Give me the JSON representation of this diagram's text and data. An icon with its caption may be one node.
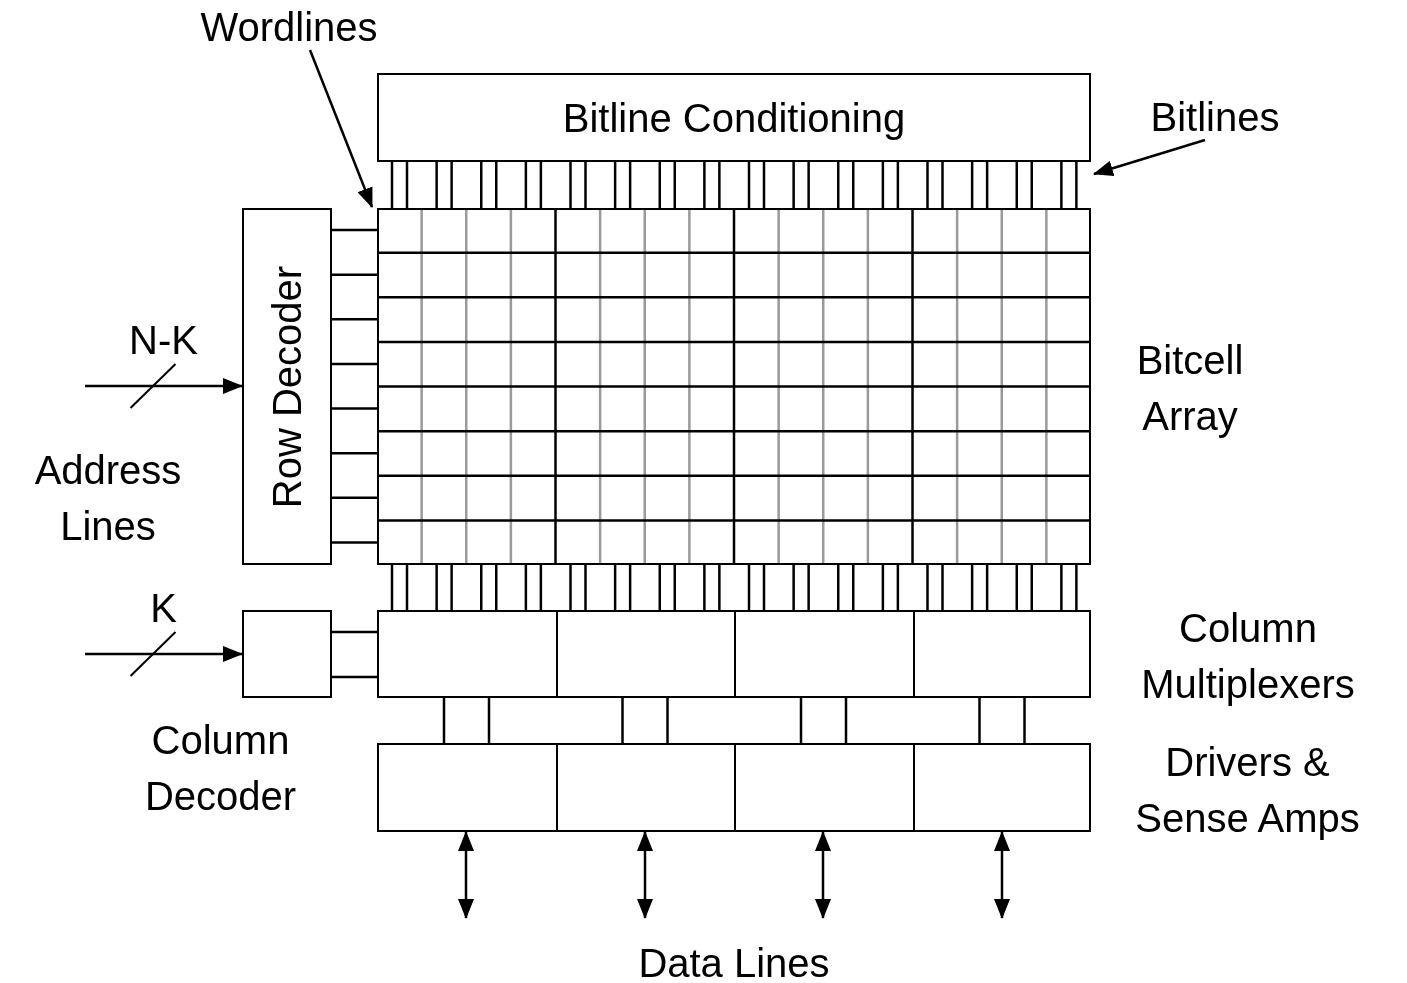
{
  "diagram": {
    "nodes": [
      {
        "text": [
          "Wordlines"
        ]
      },
      {
        "text": [
          "Bitline Conditioning"
        ]
      },
      {
        "text": [
          "Bitlines"
        ]
      },
      {
        "text": [
          "Row Decoder"
        ]
      },
      {
        "text": [],
        "shape": "box",
        "beside": [
          "Bitcell Array"
        ]
      },
      {
        "text": [],
        "shape": "box",
        "beside": [
          "Column Decoder"
        ]
      },
      {
        "text": [],
        "shape": "box",
        "beside": [
          "Column Multiplexers"
        ]
      },
      {
        "text": [],
        "shape": "box",
        "beside": [
          "Drivers & Sense Amps"
        ]
      }
    ],
    "edges": [
      {
        "from": 0,
        "to": 4,
        "arrow": "to"
      },
      {
        "from": 2,
        "to": 1,
        "arrow": "to"
      },
      {
        "from": null,
        "to": 3,
        "arrow": "to",
        "label": "N-K"
      },
      {
        "from": null,
        "to": 5,
        "arrow": "to",
        "label": "K"
      },
      {
        "from": 3,
        "to": 4,
        "arrow": "none"
      },
      {
        "from": 3,
        "to": 4,
        "arrow": "none"
      },
      {
        "from": 3,
        "to": 4,
        "arrow": "none"
      },
      {
        "from": 3,
        "to": 4,
        "arrow": "none"
      },
      {
        "from": 3,
        "to": 4,
        "arrow": "none"
      },
      {
        "from": 3,
        "to": 4,
        "arrow": "none"
      },
      {
        "from": 3,
        "to": 4,
        "arrow": "none"
      },
      {
        "from": 3,
        "to": 4,
        "arrow": "none"
      },
      {
        "from": 1,
        "to": 4,
        "arrow": "none"
      },
      {
        "from": 1,
        "to": 4,
        "arrow": "none"
      },
      {
        "from": 1,
        "to": 4,
        "arrow": "none"
      },
      {
        "from": 1,
        "to": 4,
        "arrow": "none"
      },
      {
        "from": 1,
        "to": 4,
        "arrow": "none"
      },
      {
        "from": 1,
        "to": 4,
        "arrow": "none"
      },
      {
        "from": 1,
        "to": 4,
        "arrow": "none"
      },
      {
        "from": 1,
        "to": 4,
        "arrow": "none"
      },
      {
        "from": 1,
        "to": 4,
        "arrow": "none"
      },
      {
        "from": 1,
        "to": 4,
        "arrow": "none"
      },
      {
        "from": 1,
        "to": 4,
        "arrow": "none"
      },
      {
        "from": 1,
        "to": 4,
        "arrow": "none"
      },
      {
        "from": 1,
        "to": 4,
        "arrow": "none"
      },
      {
        "from": 1,
        "to": 4,
        "arrow": "none"
      },
      {
        "from": 1,
        "to": 4,
        "arrow": "none"
      },
      {
        "from": 1,
        "to": 4,
        "arrow": "none"
      },
      {
        "from": 1,
        "to": 4,
        "arrow": "none"
      },
      {
        "from": 1,
        "to": 4,
        "arrow": "none"
      },
      {
        "from": 1,
        "to": 4,
        "arrow": "none"
      },
      {
        "from": 1,
        "to": 4,
        "arrow": "none"
      },
      {
        "from": 1,
        "to": 4,
        "arrow": "none"
      },
      {
        "from": 1,
        "to": 4,
        "arrow": "none"
      },
      {
        "from": 1,
        "to": 4,
        "arrow": "none"
      },
      {
        "from": 1,
        "to": 4,
        "arrow": "none"
      },
      {
        "from": 1,
        "to": 4,
        "arrow": "none"
      },
      {
        "from": 1,
        "to": 4,
        "arrow": "none"
      },
      {
        "from": 1,
        "to": 4,
        "arrow": "none"
      },
      {
        "from": 1,
        "to": 4,
        "arrow": "none"
      },
      {
        "from": 1,
        "to": 4,
        "arrow": "none"
      },
      {
        "from": 1,
        "to": 4,
        "arrow": "none"
      },
      {
        "from": 1,
        "to": 4,
        "arrow": "none"
      },
      {
        "from": 1,
        "to": 4,
        "arrow": "none"
      },
      {
        "from": 4,
        "to": 6,
        "arrow": "none"
      },
      {
        "from": 4,
        "to": 6,
        "arrow": "none"
      },
      {
        "from": 4,
        "to": 6,
        "arrow": "none"
      },
      {
        "from": 4,
        "to": 6,
        "arrow": "none"
      },
      {
        "from": 4,
        "to": 6,
        "arrow": "none"
      },
      {
        "from": 4,
        "to": 6,
        "arrow": "none"
      },
      {
        "from": 4,
        "to": 6,
        "arrow": "none"
      },
      {
        "from": 4,
        "to": 6,
        "arrow": "none"
      },
      {
        "from": 4,
        "to": 6,
        "arrow": "none"
      },
      {
        "from": 4,
        "to": 6,
        "arrow": "none"
      },
      {
        "from": 4,
        "to": 6,
        "arrow": "none"
      },
      {
        "from": 4,
        "to": 6,
        "arrow": "none"
      },
      {
        "from": 4,
        "to": 6,
        "arrow": "none"
      },
      {
        "from": 4,
        "to": 6,
        "arrow": "none"
      },
      {
        "from": 4,
        "to": 6,
        "arrow": "none"
      },
      {
        "from": 4,
        "to": 6,
        "arrow": "none"
      },
      {
        "from": 4,
        "to": 6,
        "arrow": "none"
      },
      {
        "from": 4,
        "to": 6,
        "arrow": "none"
      },
      {
        "from": 4,
        "to": 6,
        "arrow": "none"
      },
      {
        "from": 4,
        "to": 6,
        "arrow": "none"
      },
      {
        "from": 4,
        "to": 6,
        "arrow": "none"
      },
      {
        "from": 4,
        "to": 6,
        "arrow": "none"
      },
      {
        "from": 4,
        "to": 6,
        "arrow": "none"
      },
      {
        "from": 4,
        "to": 6,
        "arrow": "none"
      },
      {
        "from": 4,
        "to": 6,
        "arrow": "none"
      },
      {
        "from": 4,
        "to": 6,
        "arrow": "none"
      },
      {
        "from": 4,
        "to": 6,
        "arrow": "none"
      },
      {
        "from": 4,
        "to": 6,
        "arrow": "none"
      },
      {
        "from": 4,
        "to": 6,
        "arrow": "none"
      },
      {
        "from": 4,
        "to": 6,
        "arrow": "none"
      },
      {
        "from": 4,
        "to": 6,
        "arrow": "none"
      },
      {
        "from": 4,
        "to": 6,
        "arrow": "none"
      },
      {
        "from": 5,
        "to": 6,
        "arrow": "none"
      },
      {
        "from": 5,
        "to": 6,
        "arrow": "none"
      },
      {
        "from": 6,
        "to": 7,
        "arrow": "none"
      },
      {
        "from": 6,
        "to": 7,
        "arrow": "none"
      },
      {
        "from": 6,
        "to": 7,
        "arrow": "none"
      },
      {
        "from": 6,
        "to": 7,
        "arrow": "none"
      },
      {
        "from": 6,
        "to": 7,
        "arrow": "none"
      },
      {
        "from": 6,
        "to": 7,
        "arrow": "none"
      },
      {
        "from": 6,
        "to": 7,
        "arrow": "none"
      },
      {
        "from": 6,
        "to": 7,
        "arrow": "none"
      },
      {
        "from": 7,
        "to": null,
        "arrow": "both"
      },
      {
        "from": 7,
        "to": null,
        "arrow": "both"
      },
      {
        "from": 7,
        "to": null,
        "arrow": "both"
      },
      {
        "from": 7,
        "to": null,
        "arrow": "both"
      }
    ],
    "labels": [
      "Address Lines",
      "Data Lines"
    ]
  }
}
